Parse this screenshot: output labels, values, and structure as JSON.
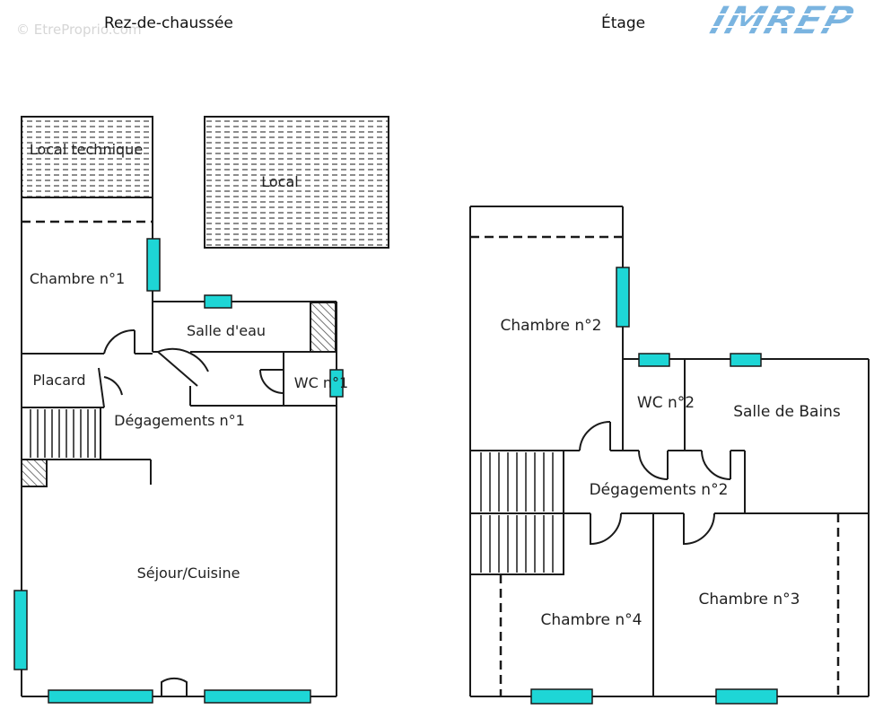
{
  "watermark": "© EtreProprio.com",
  "logo": {
    "text": "IMREP",
    "color": "#7ab4e0"
  },
  "floors": {
    "ground": {
      "title": "Rez-de-chaussée"
    },
    "upper": {
      "title": "Étage"
    }
  },
  "rooms": {
    "local_technique": "Local technique",
    "local": "Local",
    "chambre_1": "Chambre n°1",
    "salle_eau": "Salle d'eau",
    "placard": "Placard",
    "wc_1": "WC n°1",
    "degagements_1": "Dégagements n°1",
    "sejour_cuisine": "Séjour/Cuisine",
    "chambre_2": "Chambre n°2",
    "wc_2": "WC n°2",
    "salle_bains": "Salle de Bains",
    "degagements_2": "Dégagements n°2",
    "chambre_3": "Chambre n°3",
    "chambre_4": "Chambre n°4"
  },
  "colors": {
    "wall": "#1a1a1a",
    "window": "#1ed6d6",
    "hatch": "#6a6a6a"
  }
}
